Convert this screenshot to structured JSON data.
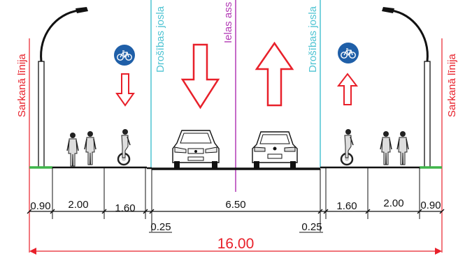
{
  "labels": {
    "red_line_left": "Sarkanā līnija",
    "red_line_right": "Sarkanā līnija",
    "safety_lane_left": "Drošības josla",
    "safety_lane_right": "Drošības josla",
    "street_axis": "Ielas ass"
  },
  "dimensions": {
    "left_green": "0.90",
    "left_sidewalk": "2.00",
    "left_bike": "1.60",
    "left_safety": "0.25",
    "carriageway": "6.50",
    "right_safety": "0.25",
    "right_bike": "1.60",
    "right_sidewalk": "2.00",
    "right_green": "0.90",
    "total": "16.00"
  },
  "colors": {
    "red_line": "#e8202a",
    "safety_lane": "#4ec3d2",
    "axis": "#b23ab5",
    "arrow": "#e8202a",
    "green_strip": "#3fb54a",
    "sign_blue": "#1f5fa8",
    "ink": "#111111"
  },
  "icons": {
    "bicycle_sign": "bicycle-lane-sign-icon",
    "street_lamp": "street-lamp-icon",
    "car": "car-icon",
    "pedestrian": "pedestrian-icon",
    "cyclist": "cyclist-icon"
  }
}
